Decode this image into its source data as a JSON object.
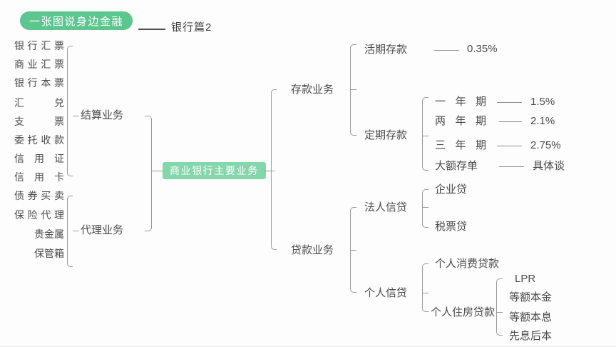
{
  "header": {
    "badge_title": "一张图说身边金融",
    "dash": "——",
    "subtitle": "银行篇2"
  },
  "center": {
    "label": "商业银行主要业务"
  },
  "branches": {
    "settlement": {
      "label": "结算业务",
      "items": [
        "银行汇票",
        "商业汇票",
        "银行本票",
        "汇兑",
        "支票",
        "委托收款",
        "信用证",
        "信用卡"
      ]
    },
    "agency": {
      "label": "代理业务",
      "items": [
        "债券买卖",
        "保险代理",
        "贵金属",
        "保管箱"
      ]
    },
    "deposit": {
      "label": "存款业务",
      "demand": {
        "label": "活期存款",
        "rate": "0.35%"
      },
      "time": {
        "label": "定期存款",
        "terms": [
          {
            "label": "一年期",
            "rate": "1.5%"
          },
          {
            "label": "两年期",
            "rate": "2.1%"
          },
          {
            "label": "三年期",
            "rate": "2.75%"
          },
          {
            "label": "大额存单",
            "rate": "具体谈"
          }
        ]
      }
    },
    "loan": {
      "label": "贷款业务",
      "corporate": {
        "label": "法人信贷",
        "items": [
          "企业贷",
          "税票贷"
        ]
      },
      "personal": {
        "label": "个人信贷",
        "consumer": "个人消费贷款",
        "mortgage": {
          "label": "个人住房贷款",
          "items": [
            "LPR",
            "等额本金",
            "等额本息",
            "先息后本"
          ]
        }
      }
    }
  },
  "colors": {
    "badge_green": "#5cc68f",
    "center_green": "#84d6ab",
    "bracket_gray": "#9a9a9a",
    "text_gray": "#4a4a4a"
  }
}
